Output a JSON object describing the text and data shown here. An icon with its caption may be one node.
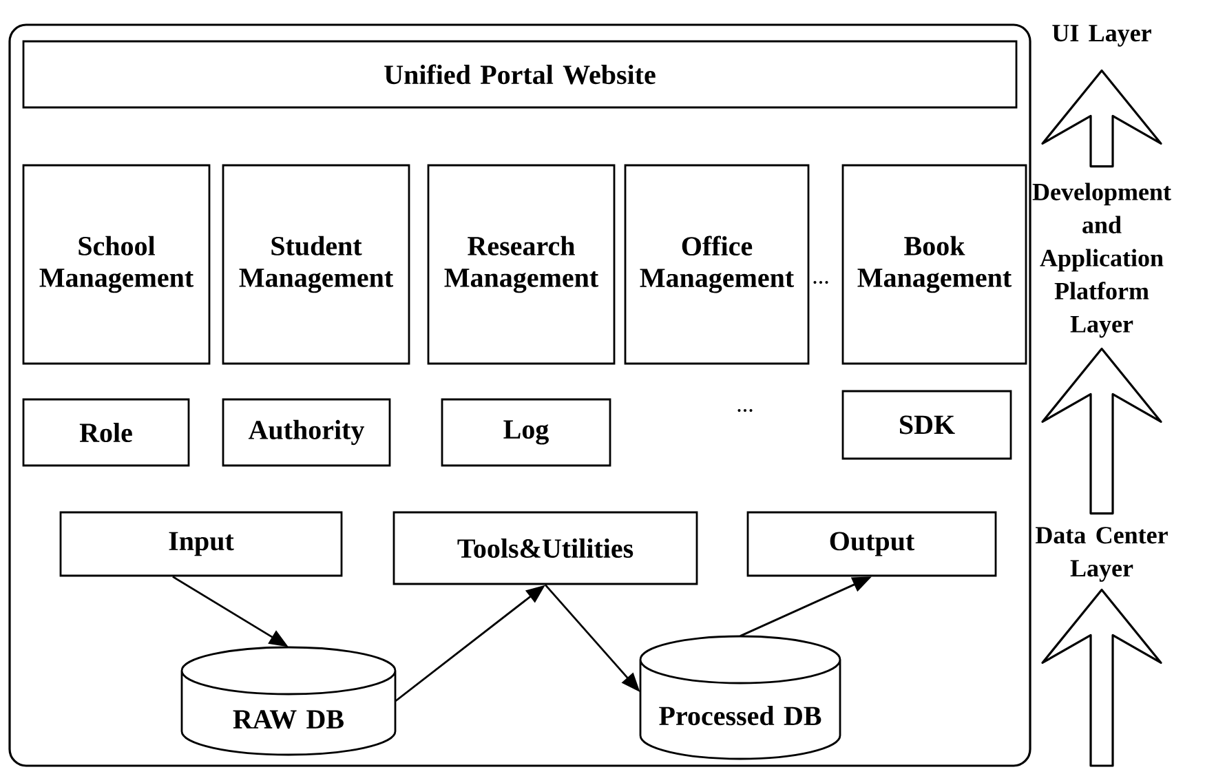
{
  "diagram": {
    "nodes": [
      {
        "text": [],
        "shape": "box"
      },
      {
        "text": [
          "Unified Portal Website"
        ],
        "in": 0
      },
      {
        "text": [
          "School Management"
        ],
        "in": 0
      },
      {
        "text": [
          "Student Management"
        ],
        "in": 0
      },
      {
        "text": [
          "Research Management"
        ],
        "in": 0
      },
      {
        "text": [
          "Office Management"
        ],
        "in": 0
      },
      {
        "text": [
          "Book Management"
        ],
        "in": 0
      },
      {
        "text": [
          "Role"
        ],
        "in": 0
      },
      {
        "text": [
          "Authority"
        ],
        "in": 0
      },
      {
        "text": [
          "Log"
        ],
        "in": 0
      },
      {
        "text": [
          "SDK"
        ],
        "in": 0
      },
      {
        "text": [
          "Input"
        ],
        "in": 0
      },
      {
        "text": [
          "Tools&Utilities"
        ],
        "in": 0
      },
      {
        "text": [
          "Output"
        ],
        "in": 0
      },
      {
        "text": [
          "RAW DB"
        ],
        "in": 0
      },
      {
        "text": [
          "Processed DB"
        ],
        "in": 0
      },
      {
        "text": [
          "UI Layer"
        ]
      },
      {
        "text": [
          "Development and Application Platform Layer"
        ]
      },
      {
        "text": [
          "Data Center Layer"
        ]
      }
    ],
    "edges": [
      {
        "from": 11,
        "to": 14,
        "arrow": "to"
      },
      {
        "from": 14,
        "to": 12,
        "arrow": "to"
      },
      {
        "from": 12,
        "to": 15,
        "arrow": "to"
      },
      {
        "from": 15,
        "to": 13,
        "arrow": "to"
      },
      {
        "from": 17,
        "to": 16,
        "arrow": "to"
      },
      {
        "from": 18,
        "to": 17,
        "arrow": "to"
      },
      {
        "from": null,
        "to": 18,
        "arrow": "to"
      }
    ],
    "labels": [
      "...",
      "..."
    ]
  }
}
